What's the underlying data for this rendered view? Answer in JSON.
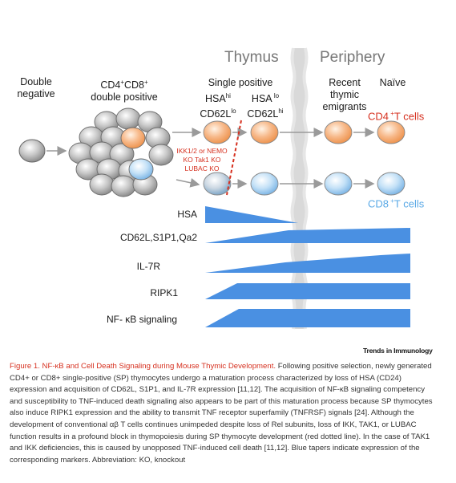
{
  "regions": {
    "thymus": "Thymus",
    "periphery": "Periphery"
  },
  "stages": {
    "double_negative": "Double\nnegative",
    "double_positive": "CD4+CD8+\ndouble positive",
    "single_positive": "Single positive",
    "hsa_hi": "HSAhi\nCD62Llo",
    "hsa_lo": "HSAlo\nCD62Lhi",
    "recent_emigrants": "Recent\nthymic\nemigrants",
    "naive": "Naïve"
  },
  "cell_labels": {
    "cd4": "CD4 +T cells",
    "cd8": "CD8 +T cells"
  },
  "ko_note": "IKK1/2 or NEMO\nKO Tak1 KO\nLUBAC KO",
  "markers": [
    "HSA",
    "CD62L,S1P1,Qa2",
    "IL-7R",
    "RIPK1",
    "NF- κB signaling"
  ],
  "brand": "Trends in Immunology",
  "caption": {
    "title": "Figure 1. NF-κB and Cell Death Signaling during Mouse Thymic Development.",
    "body": " Following positive selection, newly generated CD4+ or CD8+ single-positive (SP) thymocytes undergo a maturation process characterized by loss of HSA (CD24) expression and acquisition of CD62L, S1P1, and IL-7R expression [11,12]. The acquisition of NF-κB signaling competency and susceptibility to TNF-induced death signaling also appears to be part of this maturation process because SP thymocytes also induce RIPK1 expression and the ability to transmit TNF receptor superfamily (TNFRSF) signals [24]. Although the development of conventional αβ T cells continues unimpeded despite loss of Rel subunits, loss of IKK, TAK1, or LUBAC function results in a profound block in thymopoiesis during SP thymocyte development (red dotted line). In the case of TAK1 and IKK deficiencies, this is caused by unopposed TNF-induced cell death [11,12]. Blue tapers indicate expression of the corresponding markers. Abbreviation: KO, knockout"
  },
  "colors": {
    "taper": "#4a90e2",
    "cd4_cell": "#f5a462",
    "cd8_cell": "#8fc4ec",
    "dp_cell": "#bdbdbd",
    "accent_red": "#d6301f",
    "region_grey": "#777777"
  }
}
